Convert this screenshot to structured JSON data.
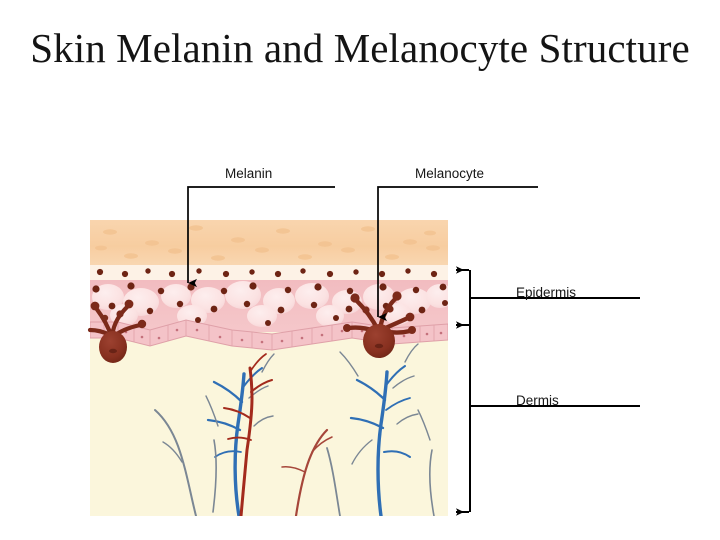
{
  "slide": {
    "title": "Skin Melanin and Melanocyte Structure",
    "background_color": "#ffffff"
  },
  "diagram": {
    "name": "skin-cross-section",
    "callouts": [
      {
        "id": "melanin",
        "label": "Melanin",
        "side": "top",
        "points_to": "melanin-granule"
      },
      {
        "id": "melanocyte",
        "label": "Melanocyte",
        "side": "top",
        "points_to": "melanocyte-cell"
      },
      {
        "id": "epidermis",
        "label": "Epidermis",
        "side": "right",
        "points_to": "epidermis-layer"
      },
      {
        "id": "dermis",
        "label": "Dermis",
        "side": "right",
        "points_to": "dermis-layer"
      }
    ],
    "layers": [
      {
        "id": "stratum-corneum",
        "color": "#f7cfa4"
      },
      {
        "id": "stratum-granulosum",
        "color": "#fdf0e4"
      },
      {
        "id": "stratum-spinosum",
        "color": "#f2bfc2"
      },
      {
        "id": "basal-layer",
        "color": "#f3bfc4"
      },
      {
        "id": "dermis",
        "color": "#fbf6dc"
      }
    ],
    "colors": {
      "melanin_granule": "#6e2414",
      "melanocyte_body": "#8d3323",
      "vein": "#2f6fb5",
      "artery": "#a32a1c",
      "capillary_grey": "#6d7b8c",
      "leader_line": "#000000"
    }
  }
}
